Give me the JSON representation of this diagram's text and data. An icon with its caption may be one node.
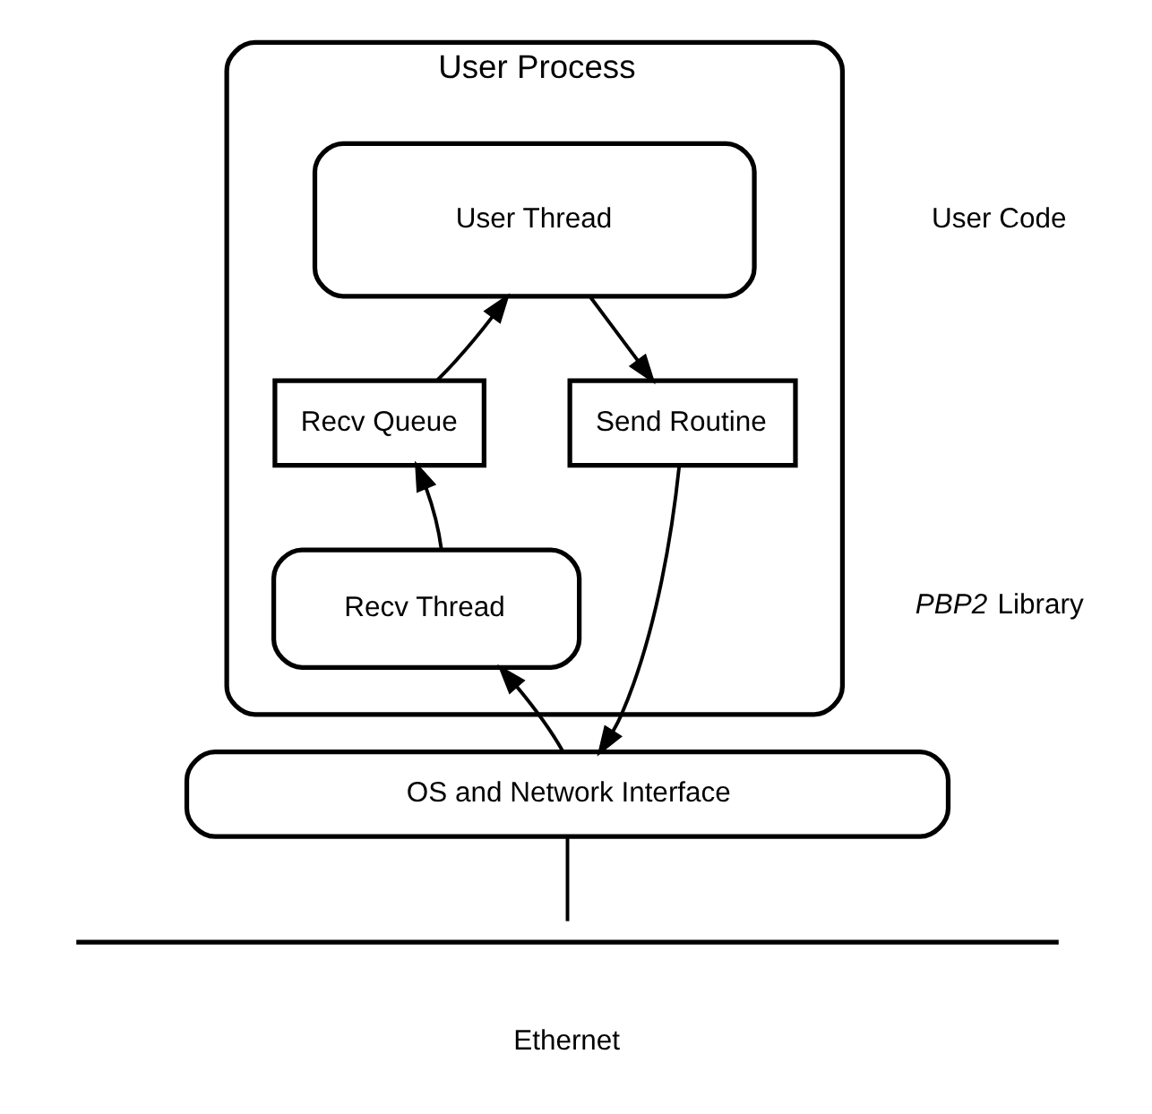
{
  "diagram": {
    "nodes": [
      {
        "text": [
          "User Process"
        ]
      },
      {
        "text": [
          "User Thread"
        ],
        "in": 0
      },
      {
        "text": [
          "Send Routine"
        ],
        "in": 0
      },
      {
        "text": [
          "Recv Queue"
        ],
        "in": 0
      },
      {
        "text": [
          "Recv Thread"
        ],
        "in": 0
      },
      {
        "text": [
          "OS and Network Interface"
        ]
      },
      {
        "text": [
          "Ethernet"
        ]
      }
    ],
    "edges": [
      {
        "from": 1,
        "to": 2,
        "arrow": "to"
      },
      {
        "from": 3,
        "to": 1,
        "arrow": "to"
      },
      {
        "from": 4,
        "to": 3,
        "arrow": "to"
      },
      {
        "from": 2,
        "to": 5,
        "arrow": "to"
      },
      {
        "from": 5,
        "to": 4,
        "arrow": "to"
      },
      {
        "from": 5,
        "to": 6,
        "arrow": "none"
      }
    ],
    "labels": [
      "User Code",
      "*PBP2* Library"
    ]
  }
}
